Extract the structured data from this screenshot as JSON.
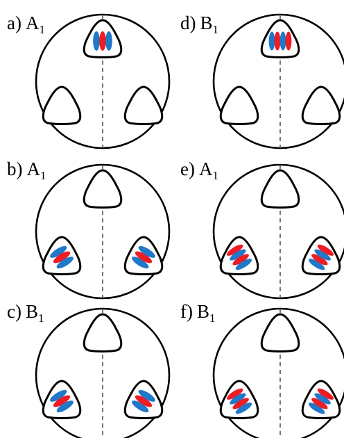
{
  "panels": [
    {
      "letter": "a)",
      "sym": "A",
      "sub": "1",
      "mode": "top",
      "pattern": [
        "blue",
        "red",
        "blue"
      ]
    },
    {
      "letter": "d)",
      "sym": "B",
      "sub": "1",
      "mode": "top",
      "pattern": [
        "blue",
        "red",
        "blue",
        "red"
      ]
    },
    {
      "letter": "b)",
      "sym": "A",
      "sub": "1",
      "mode": "bottom",
      "pattern": [
        "blue",
        "red",
        "blue"
      ]
    },
    {
      "letter": "e)",
      "sym": "A",
      "sub": "1",
      "mode": "bottom",
      "pattern": [
        "red",
        "blue",
        "red",
        "blue"
      ]
    },
    {
      "letter": "c)",
      "sym": "B",
      "sub": "1",
      "mode": "bottom",
      "pattern": [
        "blue",
        "red",
        "blue"
      ]
    },
    {
      "letter": "f)",
      "sym": "B",
      "sub": "1",
      "mode": "bottom",
      "pattern": [
        "red",
        "blue",
        "red",
        "blue"
      ]
    }
  ],
  "colors": {
    "red": "#ee1c25",
    "blue": "#1f78c8"
  }
}
